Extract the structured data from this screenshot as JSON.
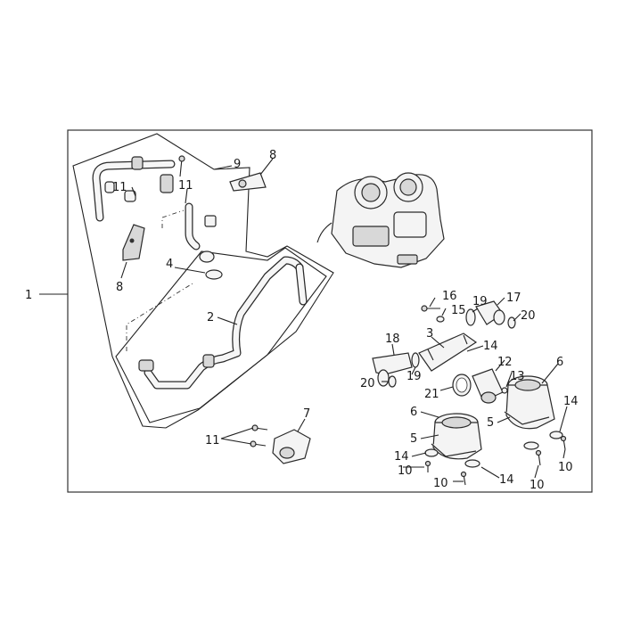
{
  "diagram": {
    "callouts": {
      "c1": "1",
      "c2": "2",
      "c3": "3",
      "c4": "4",
      "c5a": "5",
      "c5b": "5",
      "c6a": "6",
      "c6b": "6",
      "c7": "7",
      "c8a": "8",
      "c8b": "8",
      "c9": "9",
      "c10a": "10",
      "c10b": "10",
      "c10c": "10",
      "c10d": "10",
      "c11a": "11",
      "c11b": "11",
      "c11c": "11",
      "c12": "12",
      "c13": "13",
      "c14a": "14",
      "c14b": "14",
      "c14c": "14",
      "c14d": "14",
      "c15": "15",
      "c16": "16",
      "c17": "17",
      "c18": "18",
      "c19a": "19",
      "c19b": "19",
      "c20a": "20",
      "c20b": "20",
      "c21": "21"
    }
  }
}
